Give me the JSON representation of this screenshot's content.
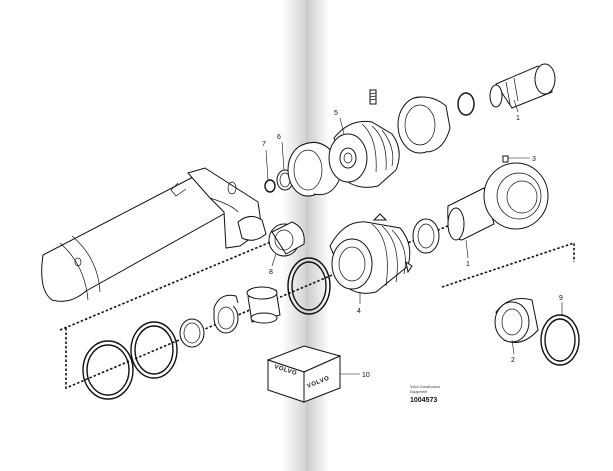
{
  "diagram": {
    "brand": "VOLVO",
    "reference_number": "1004573",
    "caption_lines": [
      "Volvo Construction",
      "Equipment"
    ],
    "callouts": [
      {
        "id": "1",
        "label": "1"
      },
      {
        "id": "1b",
        "label": "1"
      },
      {
        "id": "2",
        "label": "2"
      },
      {
        "id": "3",
        "label": "3"
      },
      {
        "id": "4",
        "label": "4"
      },
      {
        "id": "5",
        "label": "5"
      },
      {
        "id": "6",
        "label": "6"
      },
      {
        "id": "7",
        "label": "7"
      },
      {
        "id": "8",
        "label": "8"
      },
      {
        "id": "9",
        "label": "9"
      },
      {
        "id": "10",
        "label": "10"
      }
    ]
  }
}
